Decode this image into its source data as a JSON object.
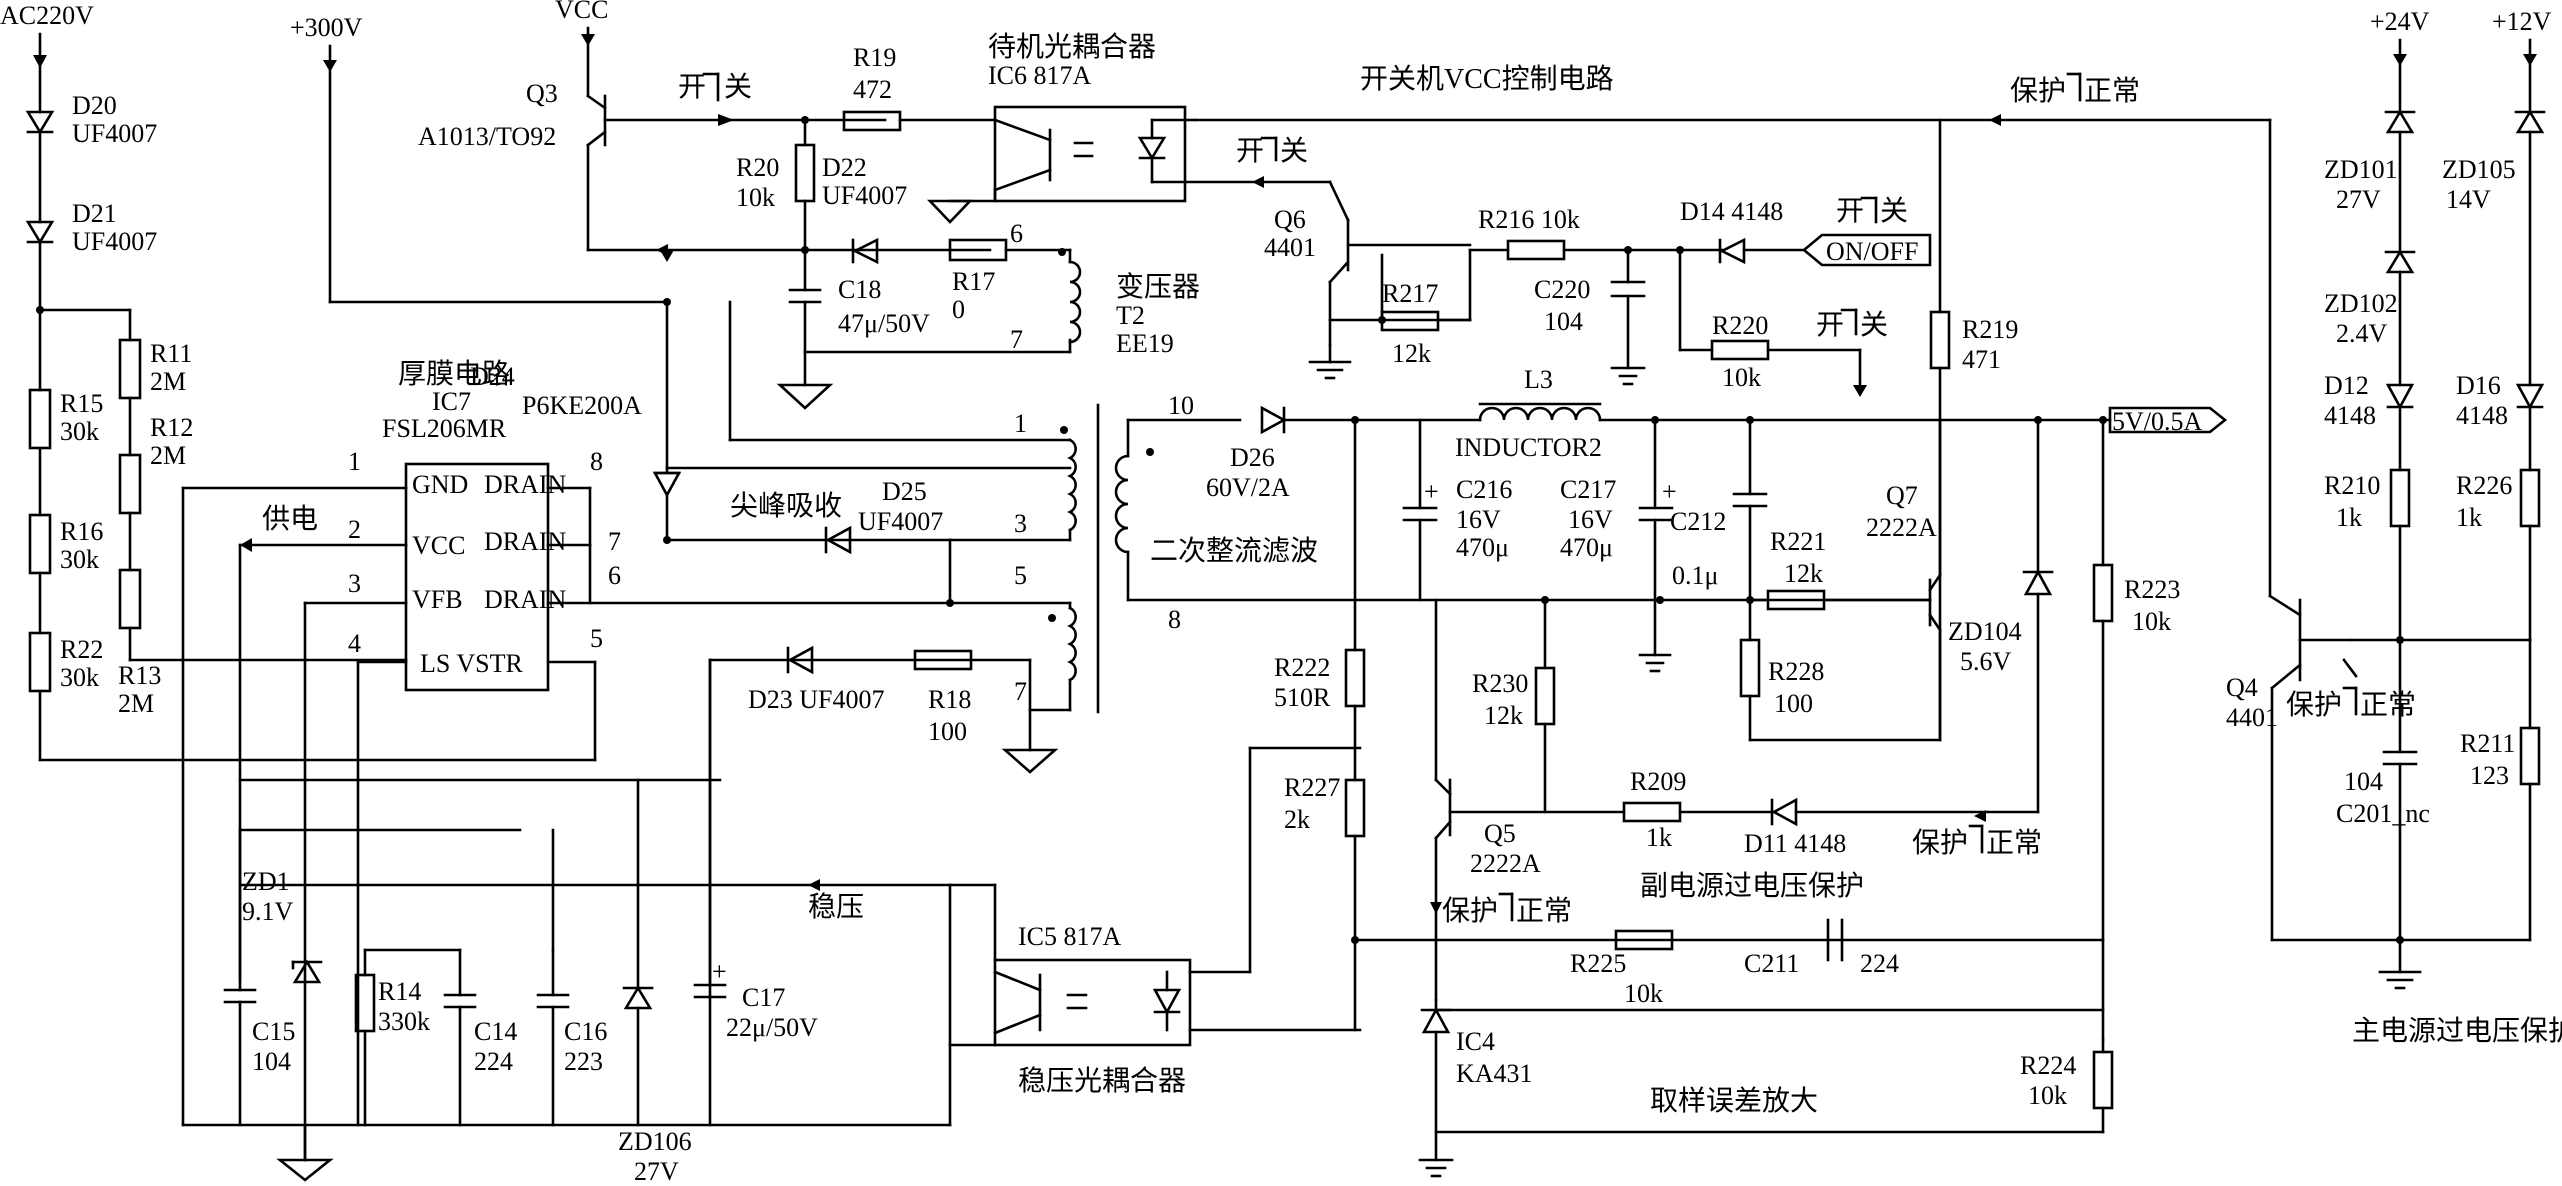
{
  "rails": {
    "ac220v": "AC220V",
    "v300": "+300V",
    "vcc": "VCC",
    "v24": "+24V",
    "v12": "+12V",
    "out5v": "5V/0.5A"
  },
  "sections": {
    "standby_optocoupler": "待机光耦合器",
    "vcc_control": "开关机VCC控制电路",
    "thick_film": "厚膜电路",
    "spike_absorb": "尖峰吸收",
    "secondary_rect": "二次整流滤波",
    "transformer": "变压器",
    "regulation": "稳压",
    "reg_optocoupler": "稳压光耦合器",
    "sub_ovp": "副电源过电压保护",
    "sampling_amp": "取样误差放大",
    "main_ovp": "主电源过电压保护",
    "supply": "供电"
  },
  "states": {
    "on": "开",
    "off": "关",
    "protect": "保护",
    "normal": "正常",
    "onoff": "ON/OFF"
  },
  "components": {
    "D20": {
      "ref": "D20",
      "val": "UF4007"
    },
    "D21": {
      "ref": "D21",
      "val": "UF4007"
    },
    "R11": {
      "ref": "R11",
      "val": "2M"
    },
    "R12": {
      "ref": "R12",
      "val": "2M"
    },
    "R15": {
      "ref": "R15",
      "val": "30k"
    },
    "R16": {
      "ref": "R16",
      "val": "30k"
    },
    "R22": {
      "ref": "R22",
      "val": "30k"
    },
    "R13": {
      "ref": "R13",
      "val": "2M"
    },
    "Q3": {
      "ref": "Q3",
      "val": "A1013/TO92"
    },
    "R19": {
      "ref": "R19",
      "val": "472"
    },
    "R20": {
      "ref": "R20",
      "val": "10k"
    },
    "D22": {
      "ref": "D22",
      "val": "UF4007"
    },
    "IC6": {
      "ref": "IC6 817A"
    },
    "R17": {
      "ref": "R17",
      "val": "0"
    },
    "C18": {
      "ref": "C18",
      "val": "47μ/50V"
    },
    "T2": {
      "ref": "T2",
      "val": "EE19"
    },
    "IC7": {
      "ref": "IC7",
      "val": "FSL206MR"
    },
    "D24": {
      "ref": "D24",
      "val": "P6KE200A"
    },
    "D25": {
      "ref": "D25",
      "val": "UF4007"
    },
    "D23": {
      "ref": "D23 UF4007"
    },
    "R18": {
      "ref": "R18",
      "val": "100"
    },
    "Q6": {
      "ref": "Q6",
      "val": "4401"
    },
    "R216": {
      "ref": "R216 10k"
    },
    "R217": {
      "ref": "R217",
      "val": "12k"
    },
    "C220": {
      "ref": "C220",
      "val": "104"
    },
    "D14": {
      "ref": "D14 4148"
    },
    "R220": {
      "ref": "R220",
      "val": "10k"
    },
    "R219": {
      "ref": "R219",
      "val": "471"
    },
    "D26": {
      "ref": "D26",
      "val": "60V/2A"
    },
    "L3": {
      "ref": "L3",
      "val": "INDUCTOR2"
    },
    "C216": {
      "ref": "C216",
      "v": "16V",
      "val": "470μ"
    },
    "C217": {
      "ref": "C217",
      "v": "16V",
      "val": "470μ"
    },
    "C212": {
      "ref": "C212",
      "val": "0.1μ"
    },
    "R221": {
      "ref": "R221",
      "val": "12k"
    },
    "Q7": {
      "ref": "Q7",
      "val": "2222A"
    },
    "ZD104": {
      "ref": "ZD104",
      "val": "5.6V"
    },
    "R223": {
      "ref": "R223",
      "val": "10k"
    },
    "R222": {
      "ref": "R222",
      "val": "510R"
    },
    "R230": {
      "ref": "R230",
      "val": "12k"
    },
    "R228": {
      "ref": "R228",
      "val": "100"
    },
    "R227": {
      "ref": "R227",
      "val": "2k"
    },
    "Q5": {
      "ref": "Q5",
      "val": "2222A"
    },
    "R209": {
      "ref": "R209",
      "val": "1k"
    },
    "D11": {
      "ref": "D11 4148"
    },
    "R225": {
      "ref": "R225",
      "val": "10k"
    },
    "C211": {
      "ref": "C211",
      "val": "224"
    },
    "IC4": {
      "ref": "IC4",
      "val": "KA431"
    },
    "IC5": {
      "ref": "IC5 817A"
    },
    "R224": {
      "ref": "R224",
      "val": "10k"
    },
    "ZD1": {
      "ref": "ZD1",
      "val": "9.1V"
    },
    "C15": {
      "ref": "C15",
      "val": "104"
    },
    "R14": {
      "ref": "R14",
      "val": "330k"
    },
    "C14": {
      "ref": "C14",
      "val": "224"
    },
    "C16": {
      "ref": "C16",
      "val": "223"
    },
    "ZD106": {
      "ref": "ZD106",
      "val": "27V"
    },
    "C17": {
      "ref": "C17",
      "val": "22μ/50V"
    },
    "ZD101": {
      "ref": "ZD101",
      "val": "27V"
    },
    "ZD105": {
      "ref": "ZD105",
      "val": "14V"
    },
    "ZD102": {
      "ref": "ZD102",
      "val": "2.4V"
    },
    "D12": {
      "ref": "D12",
      "val": "4148"
    },
    "D16": {
      "ref": "D16",
      "val": "4148"
    },
    "R210": {
      "ref": "R210",
      "val": "1k"
    },
    "R226": {
      "ref": "R226",
      "val": "1k"
    },
    "Q4": {
      "ref": "Q4",
      "val": "4401"
    },
    "C201": {
      "ref": "C201_nc",
      "val": "104"
    },
    "R211": {
      "ref": "R211",
      "val": "123"
    }
  },
  "ic7_pins": {
    "gnd": "GND",
    "vcc": "VCC",
    "vfb": "VFB",
    "lsvstr": "LS VSTR",
    "drain": "DRAIN",
    "n1": "1",
    "n2": "2",
    "n3": "3",
    "n4": "4",
    "n5": "5",
    "n6": "6",
    "n7": "7",
    "n8": "8"
  },
  "t2_pins": {
    "p1": "1",
    "p3": "3",
    "p5": "5",
    "p6": "6",
    "p7a": "7",
    "p7b": "7",
    "p8": "8",
    "p10": "10"
  }
}
